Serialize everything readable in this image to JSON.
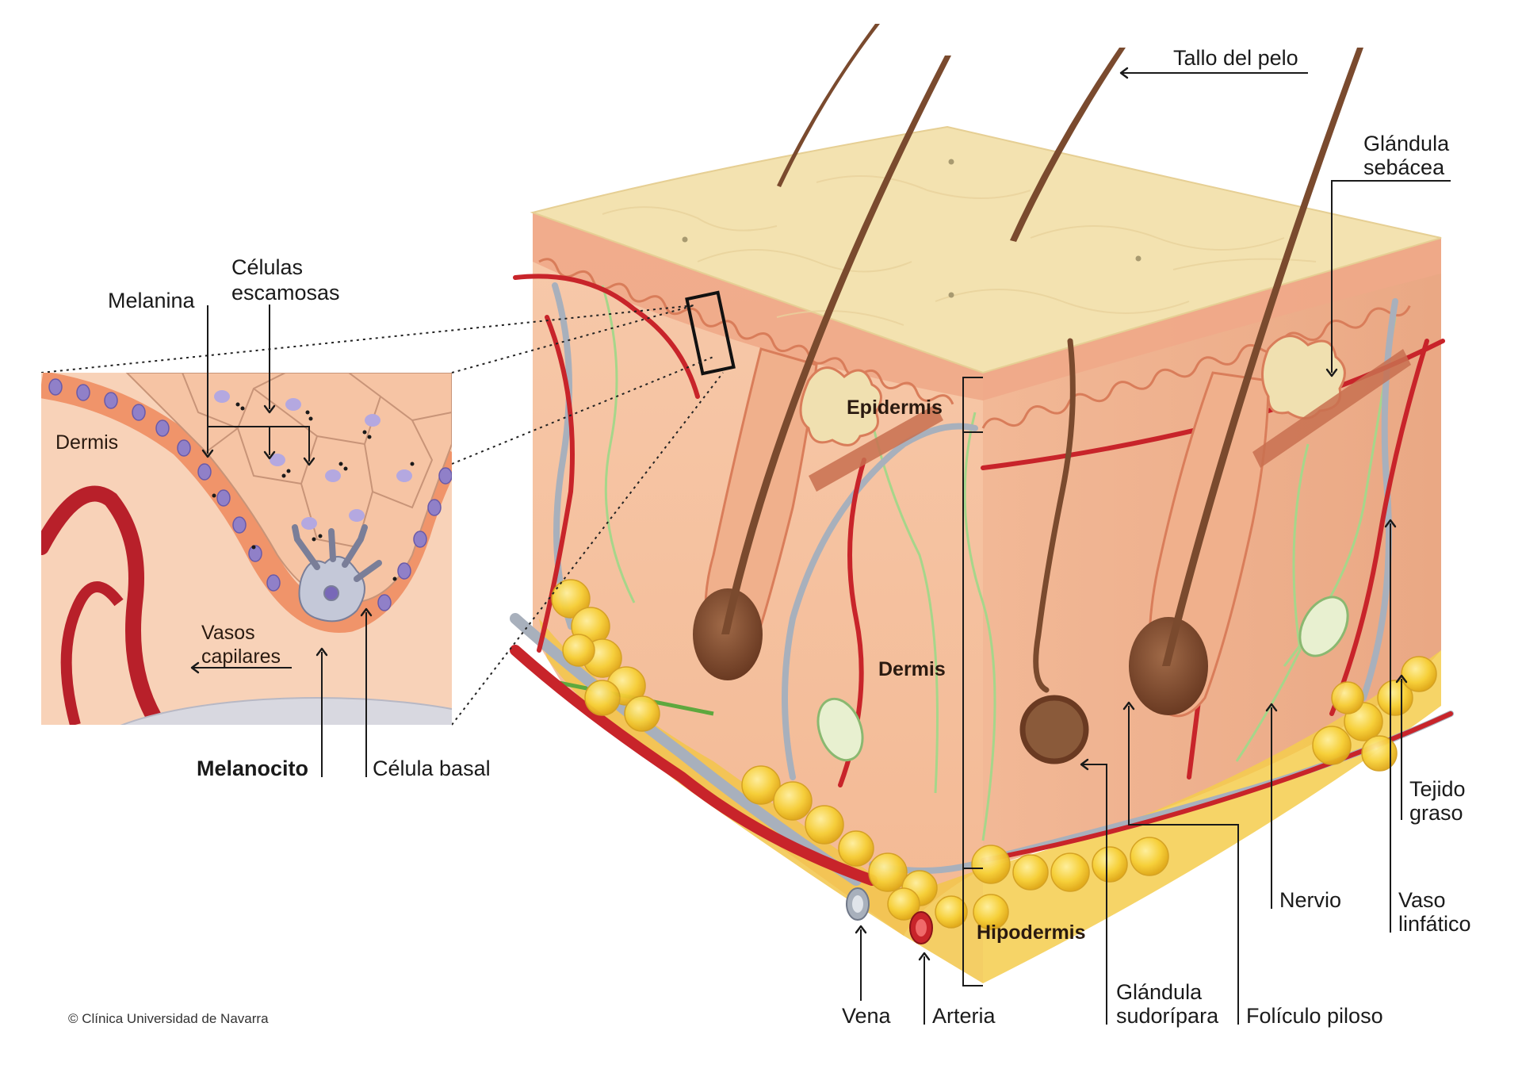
{
  "labels": {
    "hair_shaft": "Tallo del pelo",
    "sebaceous_gland_1": "Glándula",
    "sebaceous_gland_2": "sebácea",
    "epidermis": "Epidermis",
    "dermis": "Dermis",
    "hypodermis": "Hipodermis",
    "fat_tissue_1": "Tejido",
    "fat_tissue_2": "graso",
    "lymph_vessel_1": "Vaso",
    "lymph_vessel_2": "linfático",
    "nerve": "Nervio",
    "hair_follicle": "Folículo piloso",
    "sweat_gland_1": "Glándula",
    "sweat_gland_2": "sudorípara",
    "artery": "Arteria",
    "vein": "Vena"
  },
  "inset_labels": {
    "melanin": "Melanina",
    "squamous_cells_1": "Células",
    "squamous_cells_2": "escamosas",
    "dermis": "Dermis",
    "capillaries_1": "Vasos",
    "capillaries_2": "capilares",
    "melanocyte": "Melanocito",
    "basal_cell": "Célula basal"
  },
  "copyright": "© Clínica Universidad de Navarra",
  "colors": {
    "surface": "#f3e2b0",
    "dermis": "#f6c2a2",
    "dermis_side": "#f0b294",
    "hypodermis": "#f4c84a",
    "fat": "#f7d038",
    "artery": "#c8242a",
    "vein": "#a8b0bc",
    "nerve": "#a6d68a",
    "hair": "#7a4a2e",
    "inset_bg": "#f8d2b8"
  }
}
